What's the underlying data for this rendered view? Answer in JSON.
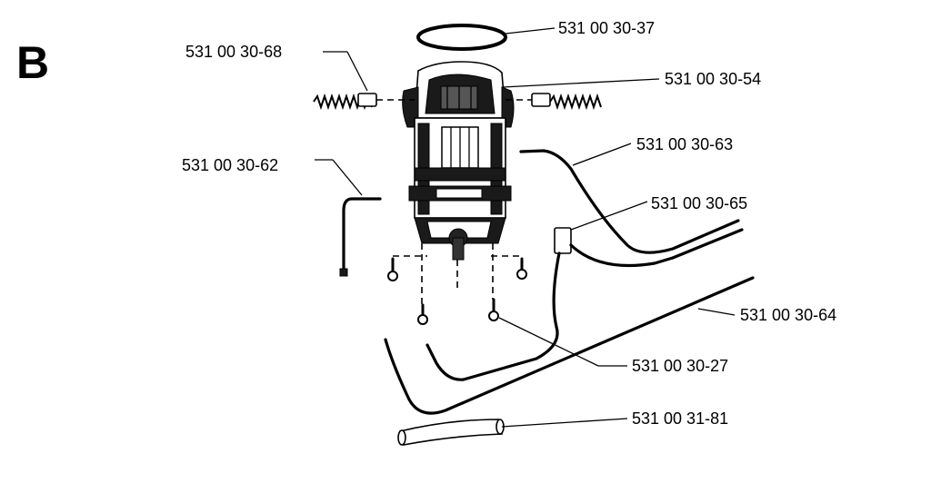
{
  "section_letter": "B",
  "parts": {
    "o_ring": "531 00 30-37",
    "brush_holder": "531 00 30-68",
    "motor_housing": "531 00 30-54",
    "ground_wire": "531 00 30-62",
    "lead_wire_a": "531 00 30-63",
    "switch_connector": "531 00 30-65",
    "lead_wire_b": "531 00 30-64",
    "screw": "531 00 30-27",
    "rubber_sleeve": "531 00 31-81"
  }
}
